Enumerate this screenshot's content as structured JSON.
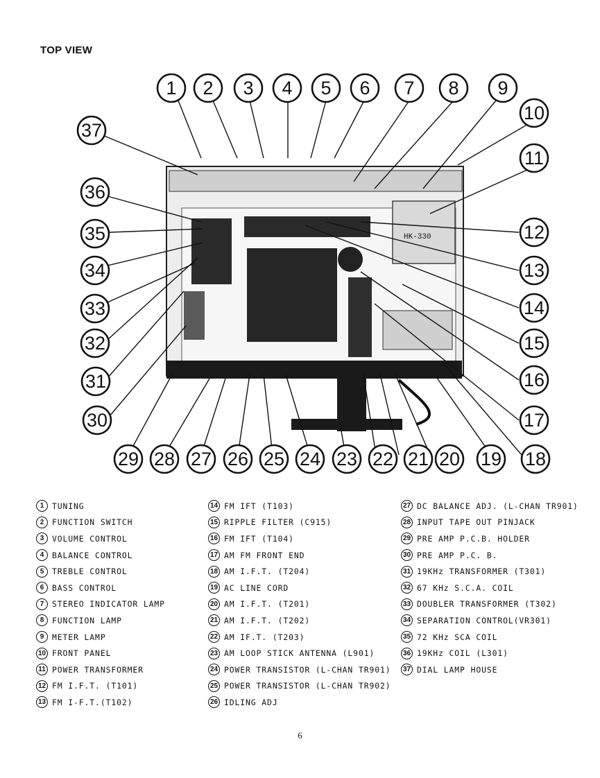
{
  "title": "TOP VIEW",
  "page_number": "6",
  "photo_labels": [
    "HK-330"
  ],
  "callouts": [
    "1",
    "2",
    "3",
    "4",
    "5",
    "6",
    "7",
    "8",
    "9",
    "10",
    "11",
    "12",
    "13",
    "14",
    "15",
    "16",
    "17",
    "18",
    "19",
    "20",
    "21",
    "22",
    "23",
    "24",
    "25",
    "26",
    "27",
    "28",
    "29",
    "30",
    "31",
    "32",
    "33",
    "34",
    "35",
    "36",
    "37"
  ],
  "legend": {
    "col1": [
      {
        "num": "1",
        "label": "TUNING"
      },
      {
        "num": "2",
        "label": "FUNCTION SWITCH"
      },
      {
        "num": "3",
        "label": "VOLUME CONTROL"
      },
      {
        "num": "4",
        "label": "BALANCE CONTROL"
      },
      {
        "num": "5",
        "label": "TREBLE CONTROL"
      },
      {
        "num": "6",
        "label": "BASS CONTROL"
      },
      {
        "num": "7",
        "label": "STEREO INDICATOR LAMP"
      },
      {
        "num": "8",
        "label": "FUNCTION LAMP"
      },
      {
        "num": "9",
        "label": "METER LAMP"
      },
      {
        "num": "10",
        "label": "FRONT PANEL"
      },
      {
        "num": "11",
        "label": "POWER TRANSFORMER"
      },
      {
        "num": "12",
        "label": "FM I.F.T. (T101)"
      },
      {
        "num": "13",
        "label": "FM I-F.T.(T102)"
      }
    ],
    "col2": [
      {
        "num": "14",
        "label": "FM IFT (T103)"
      },
      {
        "num": "15",
        "label": "RIPPLE FILTER (C915)"
      },
      {
        "num": "16",
        "label": "FM IFT (T104)"
      },
      {
        "num": "17",
        "label": "AM FM FRONT END"
      },
      {
        "num": "18",
        "label": "AM I.F.T. (T204)"
      },
      {
        "num": "19",
        "label": "AC LINE CORD"
      },
      {
        "num": "20",
        "label": "AM I.F.T. (T201)"
      },
      {
        "num": "21",
        "label": "AM I.F.T. (T202)"
      },
      {
        "num": "22",
        "label": "AM IF.T. (T203)"
      },
      {
        "num": "23",
        "label": "AM LOOP STICK ANTENNA (L901)"
      },
      {
        "num": "24",
        "label": "POWER TRANSISTOR (L-CHAN TR901)"
      },
      {
        "num": "25",
        "label": "POWER TRANSISTOR (L-CHAN TR902)"
      },
      {
        "num": "26",
        "label": "IDLING ADJ"
      }
    ],
    "col3": [
      {
        "num": "27",
        "label": "DC BALANCE ADJ. (L-CHAN TR901)"
      },
      {
        "num": "28",
        "label": "INPUT TAPE OUT PINJACK"
      },
      {
        "num": "29",
        "label": "PRE AMP P.C.B. HOLDER"
      },
      {
        "num": "30",
        "label": "PRE AMP P.C. B."
      },
      {
        "num": "31",
        "label": "19KHz TRANSFORMER (T301)"
      },
      {
        "num": "32",
        "label": "67 KHz S.C.A. COIL"
      },
      {
        "num": "33",
        "label": "DOUBLER TRANSFORMER (T302)"
      },
      {
        "num": "34",
        "label": "SEPARATION CONTROL(VR301)"
      },
      {
        "num": "35",
        "label": "72 KHz SCA COIL"
      },
      {
        "num": "36",
        "label": "19KHz COIL (L301)"
      },
      {
        "num": "37",
        "label": "DIAL LAMP HOUSE"
      }
    ]
  }
}
